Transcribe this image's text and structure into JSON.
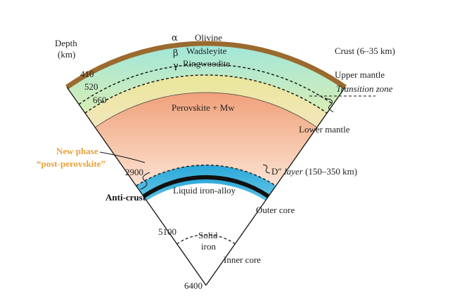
{
  "depth_header": {
    "line1": "Depth",
    "line2": "(km)"
  },
  "depths": {
    "d410": "410",
    "d520": "520",
    "d660": "660",
    "d2900": "2900",
    "d5100": "5100",
    "d6400": "6400"
  },
  "layers": {
    "olivine": {
      "greek": "α",
      "name": "Olivine"
    },
    "wadsleyite": {
      "greek": "β",
      "name": "Wadsleyite"
    },
    "ringwoodite": {
      "greek": "γ",
      "name": "Ringwoodite"
    },
    "perovskite": "Perovskite + Mw",
    "liquid_iron": "Liquid iron-alloy",
    "solid_iron_1": "Solid",
    "solid_iron_2": "iron"
  },
  "right_labels": {
    "crust": "Crust (6–35 km)",
    "upper_mantle": "Upper mantle",
    "transition_zone": "Transition zone",
    "lower_mantle": "Lower mantle",
    "d_layer_prefix": "D″ ",
    "d_layer_word": "layer",
    "d_layer_suffix": " (150–350 km)",
    "outer_core": "Outer core",
    "inner_core": "Inner core"
  },
  "left_labels": {
    "new_phase_1": "New phase",
    "new_phase_2": "“post-perovskite”",
    "anti_crust": "Anti-crust"
  },
  "colors": {
    "crust": "#9a6a2e",
    "olivine_top": "#a8e8dc",
    "olivine_bottom": "#d6edb8",
    "transition": "#ece8a6",
    "transition_low": "#f0e3b4",
    "lower_mantle_top": "#f1a884",
    "lower_mantle_bottom": "#fbe4d6",
    "post_perovskite": "#3fb3dc",
    "d_layer": "#111111",
    "phase_text": "#e8a13a"
  }
}
